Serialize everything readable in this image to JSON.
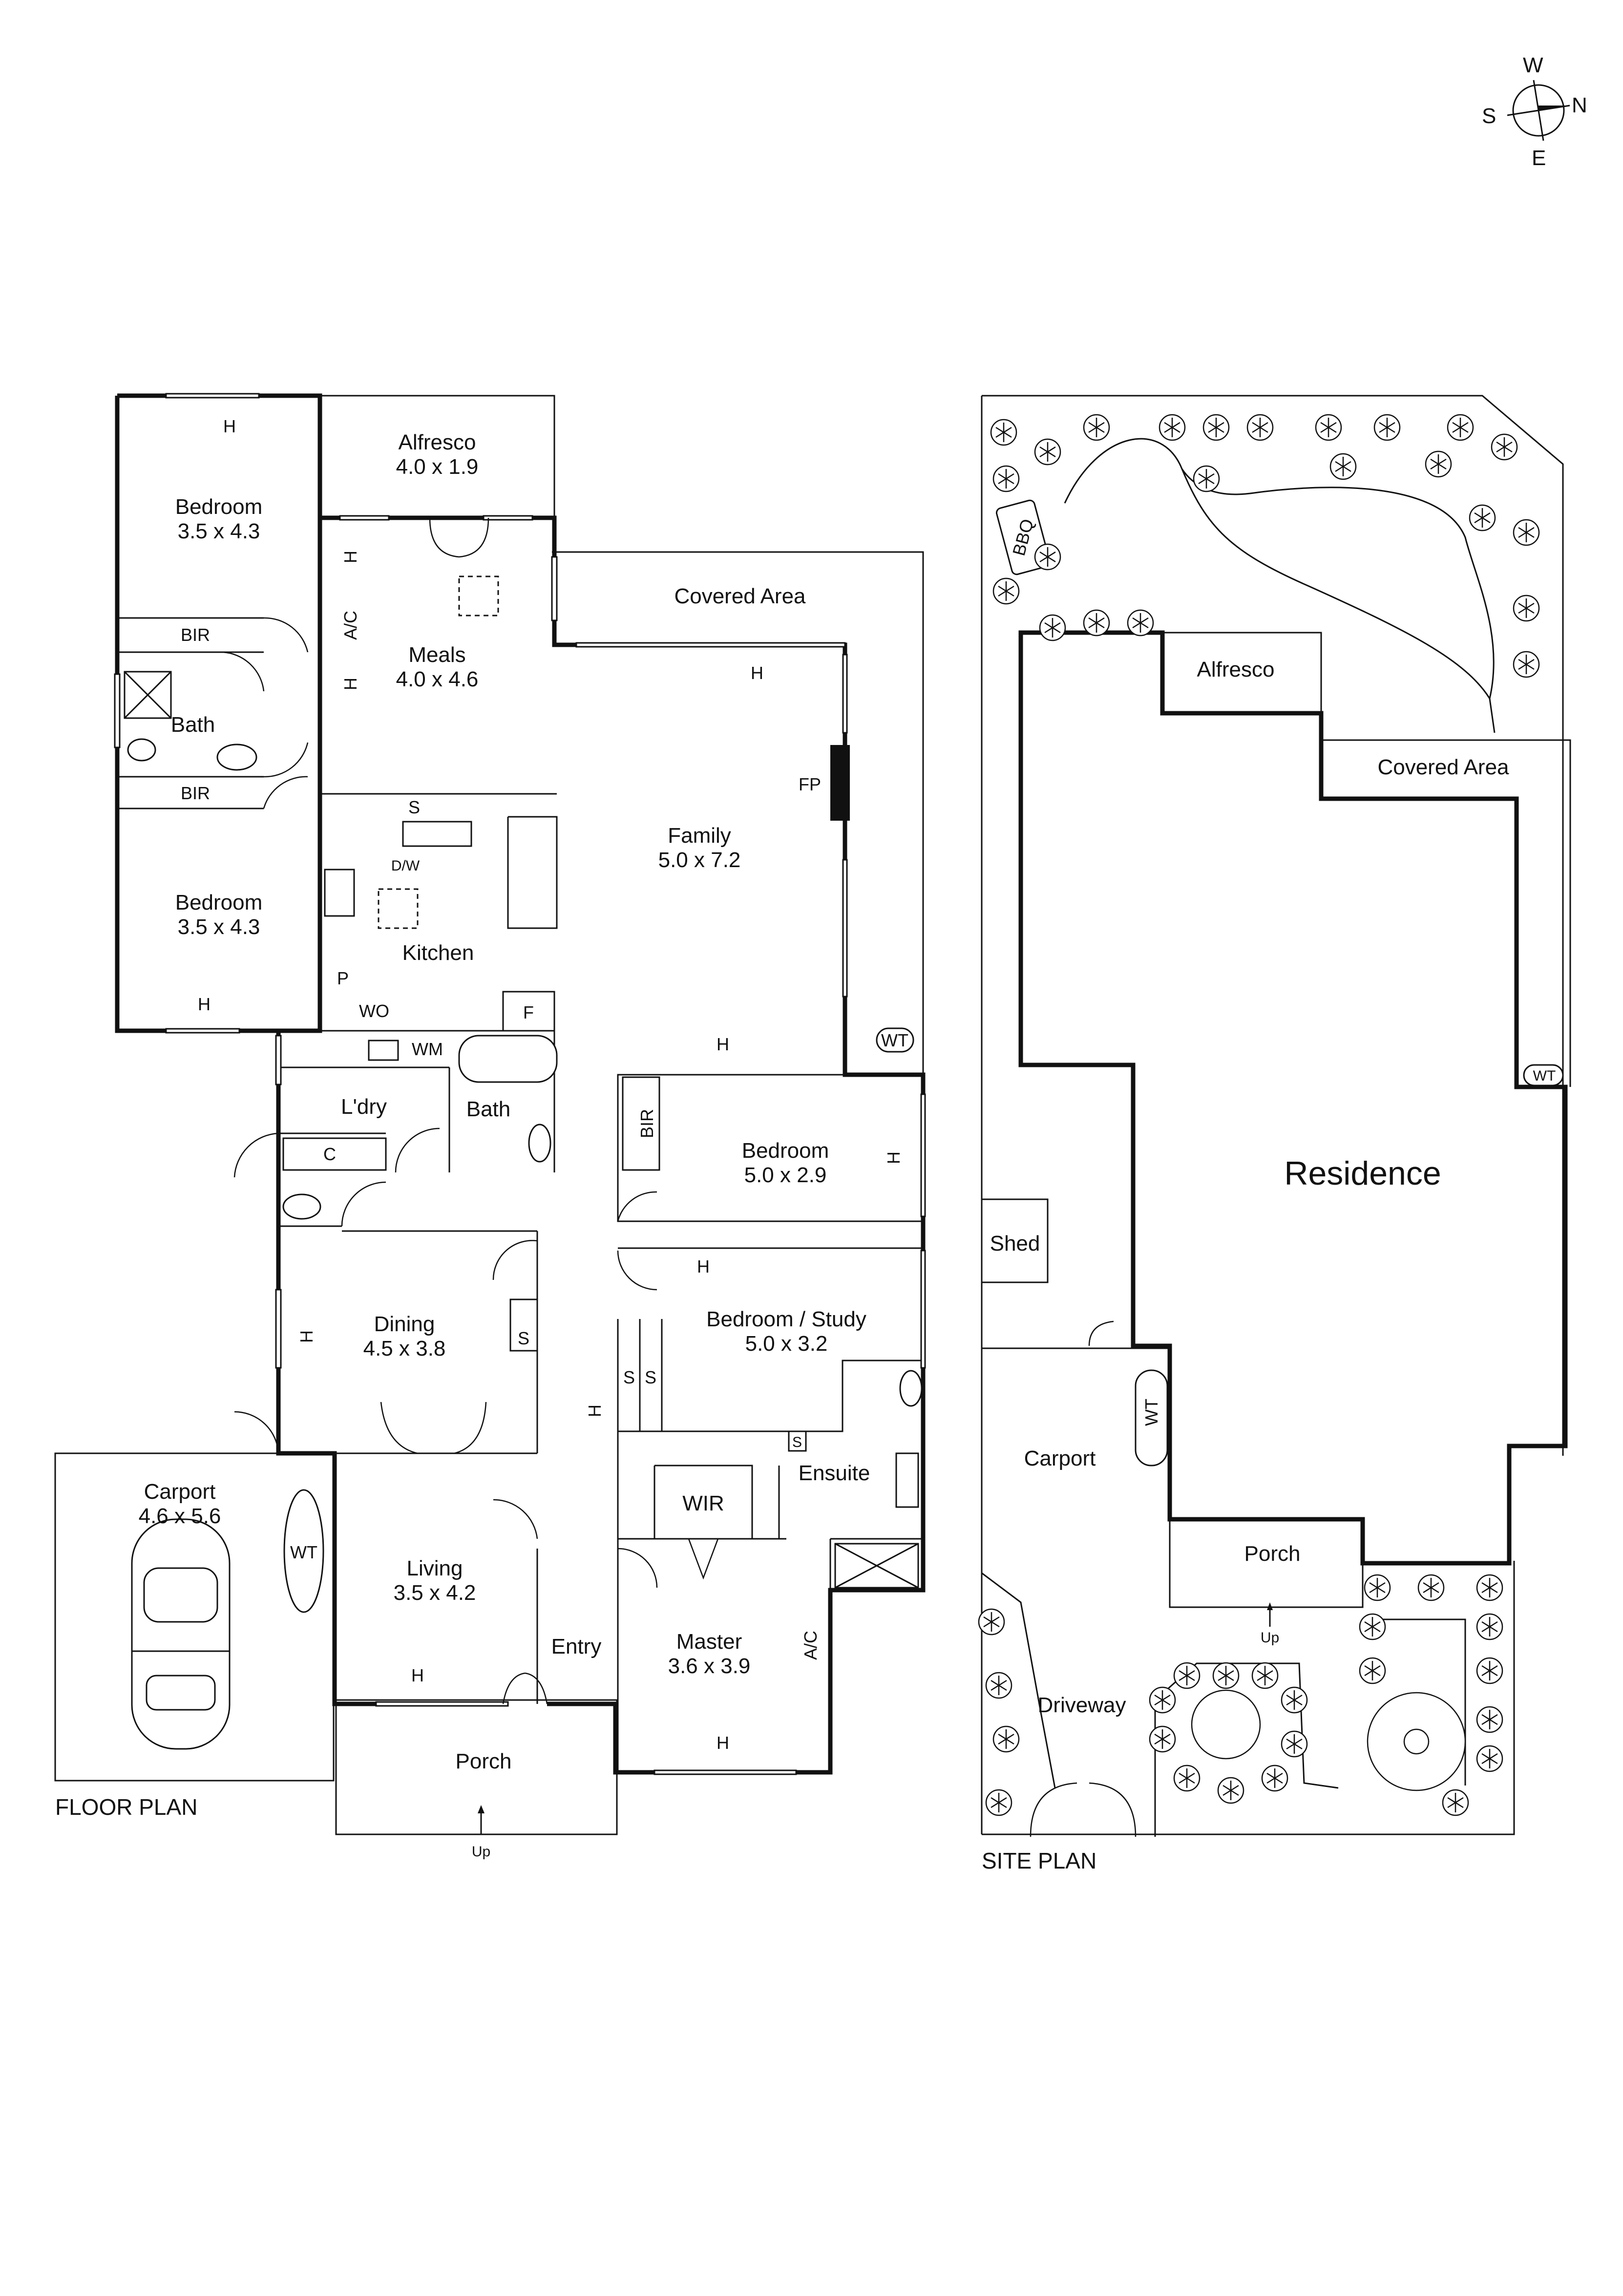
{
  "compass": {
    "w": "W",
    "n": "N",
    "s": "S",
    "e": "E"
  },
  "floor_plan": {
    "caption": "FLOOR PLAN",
    "rooms": {
      "bedroom1": {
        "name": "Bedroom",
        "size": "3.5 x 4.3"
      },
      "alfresco": {
        "name": "Alfresco",
        "size": "4.0 x 1.9"
      },
      "meals": {
        "name": "Meals",
        "size": "4.0 x 4.6"
      },
      "covered_area": {
        "name": "Covered Area"
      },
      "bath1": {
        "name": "Bath"
      },
      "family": {
        "name": "Family",
        "size": "5.0 x 7.2"
      },
      "bedroom2": {
        "name": "Bedroom",
        "size": "3.5 x 4.3"
      },
      "kitchen": {
        "name": "Kitchen"
      },
      "laundry": {
        "name": "L'dry"
      },
      "bath2": {
        "name": "Bath"
      },
      "bedroom3": {
        "name": "Bedroom",
        "size": "5.0 x 2.9"
      },
      "bedroom_study": {
        "name": "Bedroom / Study",
        "size": "5.0 x 3.2"
      },
      "dining": {
        "name": "Dining",
        "size": "4.5 x 3.8"
      },
      "carport": {
        "name": "Carport",
        "size": "4.6 x 5.6"
      },
      "wir": {
        "name": "WIR"
      },
      "ensuite": {
        "name": "Ensuite"
      },
      "living": {
        "name": "Living",
        "size": "3.5 x 4.2"
      },
      "entry": {
        "name": "Entry"
      },
      "master": {
        "name": "Master",
        "size": "3.6 x 3.9"
      },
      "porch": {
        "name": "Porch"
      }
    },
    "marks": {
      "h": "H",
      "bir": "BIR",
      "ac": "A/C",
      "s": "S",
      "dw": "D/W",
      "fp": "FP",
      "p": "P",
      "wo": "WO",
      "f": "F",
      "wm": "WM",
      "wt": "WT",
      "c": "C",
      "up": "Up"
    }
  },
  "site_plan": {
    "caption": "SITE PLAN",
    "labels": {
      "bbq": "BBQ",
      "alfresco": "Alfresco",
      "covered_area": "Covered Area",
      "wt": "WT",
      "residence": "Residence",
      "shed": "Shed",
      "carport": "Carport",
      "porch": "Porch",
      "up": "Up",
      "driveway": "Driveway"
    }
  }
}
